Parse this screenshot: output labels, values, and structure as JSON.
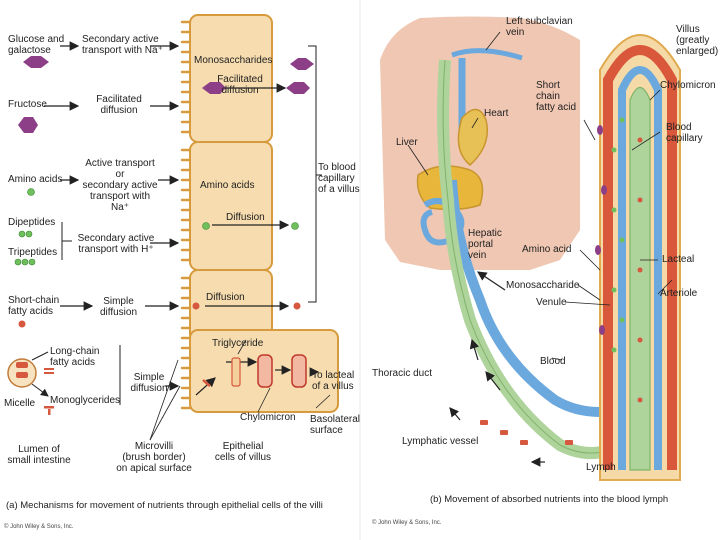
{
  "panel_a": {
    "nutrients": {
      "glucose": "Glucose and\ngalactose",
      "fructose": "Fructose",
      "amino_acids": "Amino acids",
      "dipeptides": "Dipeptides",
      "tripeptides": "Tripeptides",
      "short_chain": "Short-chain\nfatty acids",
      "long_chain": "Long-chain\nfatty acids",
      "micelle": "Micelle",
      "monoglycerides": "Monoglycerides"
    },
    "mechanisms": {
      "secondary_na": "Secondary active\ntransport with Na⁺",
      "facilitated": "Facilitated\ndiffusion",
      "active_or_secondary": "Active transport or\nsecondary active\ntransport with Na⁺",
      "secondary_h": "Secondary active\ntransport with H⁺",
      "simple_diffusion_1": "Simple\ndiffusion",
      "simple_diffusion_2": "Simple\ndiffusion"
    },
    "cell_labels": {
      "monosaccharides": "Monosaccharides",
      "facilitated_diffusion": "Facilitated\ndiffusion",
      "amino_acids": "Amino acids",
      "diffusion_1": "Diffusion",
      "diffusion_2": "Diffusion",
      "triglyceride": "Triglyceride",
      "chylomicron": "Chylomicron"
    },
    "destinations": {
      "blood_capillary": "To blood\ncapillary\nof a villus",
      "lacteal": "To lacteal\nof a villus",
      "basolateral": "Basolateral\nsurface"
    },
    "bottom_labels": {
      "lumen": "Lumen of\nsmall intestine",
      "microvilli": "Microvilli\n(brush border)\non apical surface",
      "epithelial": "Epithelial\ncells of villus"
    },
    "caption": "(a) Mechanisms for movement of nutrients through epithelial cells of the villi",
    "copyright": "© John Wiley & Sons, Inc."
  },
  "panel_b": {
    "labels": {
      "left_subclavian": "Left subclavian\nvein",
      "heart": "Heart",
      "liver": "Liver",
      "hepatic_portal": "Hepatic\nportal\nvein",
      "thoracic_duct": "Thoracic duct",
      "lymphatic_vessel": "Lymphatic vessel",
      "lymph": "Lymph",
      "blood": "Blood",
      "venule": "Venule",
      "monosaccharide": "Monosaccharide",
      "amino_acid": "Amino acid",
      "short_chain": "Short\nchain\nfatty acid",
      "villus": "Villus (greatly\nenlarged)",
      "chylomicron": "Chylomicron",
      "blood_capillary": "Blood\ncapillary",
      "lacteal": "Lacteal",
      "arteriole": "Arteriole"
    },
    "caption": "(b) Movement of absorbed nutrients into the blood lymph",
    "copyright": "© John Wiley & Sons, Inc."
  },
  "colors": {
    "cell_fill": "#f6dcae",
    "cell_border": "#d79a3c",
    "monosaccharide": "#8c3f87",
    "amino": "#6fbf5c",
    "fatty": "#d6583e",
    "body": "#f0c7b2",
    "vein": "#6aa8dd",
    "artery": "#d9573a",
    "lymph_vessel": "#aed39b",
    "liver": "#e8b63b"
  }
}
